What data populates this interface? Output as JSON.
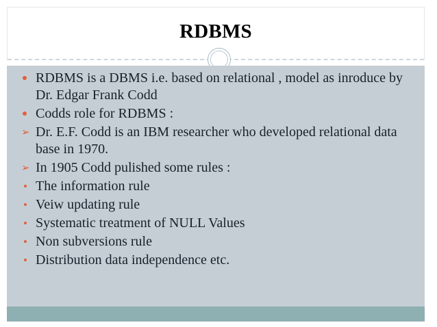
{
  "slide": {
    "title": "RDBMS",
    "colors": {
      "body_background": "#c6ced5",
      "footer_band": "#8fb0b2",
      "bullet_accent": "#e0603c",
      "text": "#17202b",
      "title_text": "#000000",
      "rule": "#ccd6dd"
    },
    "divider": {
      "ring_icon": "circle-ring-ornament"
    },
    "bullets": [
      {
        "level": 1,
        "marker": "dot-bullet",
        "text": "RDBMS is a DBMS i.e. based on relational , model as inroduce by Dr. Edgar Frank Codd"
      },
      {
        "level": 1,
        "marker": "dot-bullet",
        "text": "Codds role for RDBMS :"
      },
      {
        "level": 2,
        "marker": "arrow-bullet",
        "glyph": "➢",
        "text": " Dr. E.F. Codd is an IBM researcher who developed relational data base in 1970."
      },
      {
        "level": 2,
        "marker": "arrow-bullet",
        "glyph": "➢",
        "text": " In 1905 Codd pulished some rules :"
      },
      {
        "level": 3,
        "marker": "small-dot-bullet",
        "text": "The information rule"
      },
      {
        "level": 3,
        "marker": "small-dot-bullet",
        "text": "Veiw updating rule"
      },
      {
        "level": 3,
        "marker": "small-dot-bullet",
        "text": "Systematic treatment of NULL Values"
      },
      {
        "level": 3,
        "marker": "small-dot-bullet",
        "text": "Non subversions rule"
      },
      {
        "level": 3,
        "marker": "small-dot-bullet",
        "text": "Distribution data independence etc."
      }
    ]
  }
}
